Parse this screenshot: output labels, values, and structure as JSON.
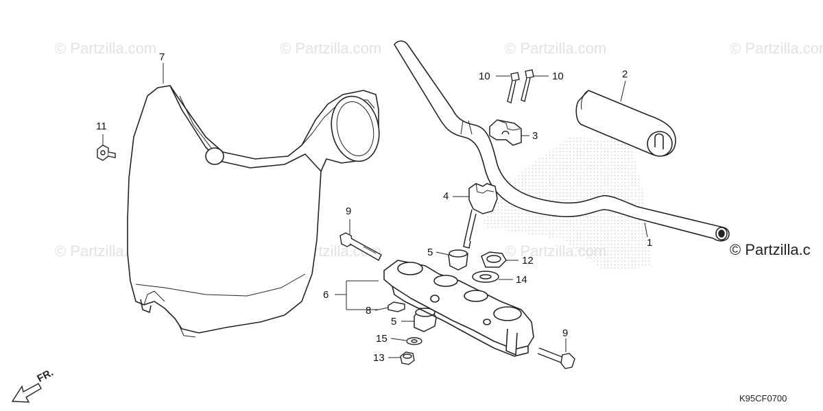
{
  "watermark": "© Partzilla.com",
  "copyright": "© Partzilla.c",
  "diagram_code": "K95CF0700",
  "direction_label": "FR.",
  "callouts": {
    "c1": "1",
    "c2": "2",
    "c3": "3",
    "c4": "4",
    "c5a": "5",
    "c5b": "5",
    "c6": "6",
    "c7": "7",
    "c8": "8",
    "c9a": "9",
    "c9b": "9",
    "c10a": "10",
    "c10b": "10",
    "c11": "11",
    "c12": "12",
    "c13": "13",
    "c14": "14",
    "c15": "15"
  }
}
